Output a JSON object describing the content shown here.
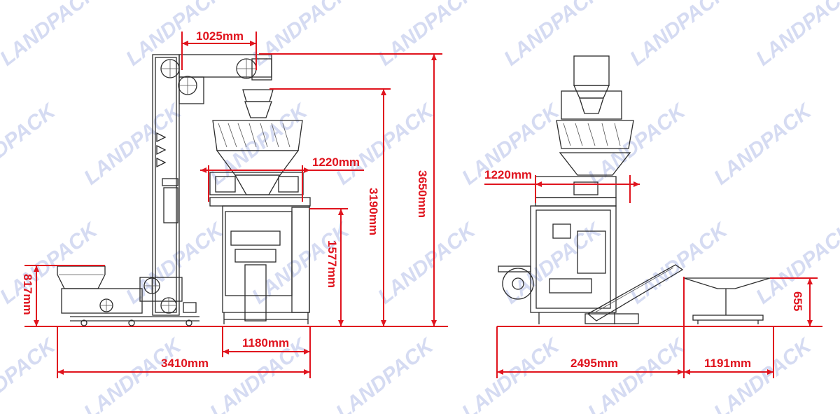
{
  "watermark": {
    "text": "LANDPACK",
    "color": "#c7cfee"
  },
  "colors": {
    "dimension": "#e0141e",
    "machine": "#2b2b2b"
  },
  "front_view": {
    "bucket_span": "1025mm",
    "weigher_width": "1220mm",
    "total_height": "3650mm",
    "weigher_height": "3190mm",
    "packer_height": "1577mm",
    "feeder_height": "817mm",
    "packer_width": "1180mm",
    "total_length": "3410mm"
  },
  "side_view": {
    "weigher_width": "1220mm",
    "total_length": "2495mm",
    "table_width": "1191mm",
    "table_height": "655"
  }
}
